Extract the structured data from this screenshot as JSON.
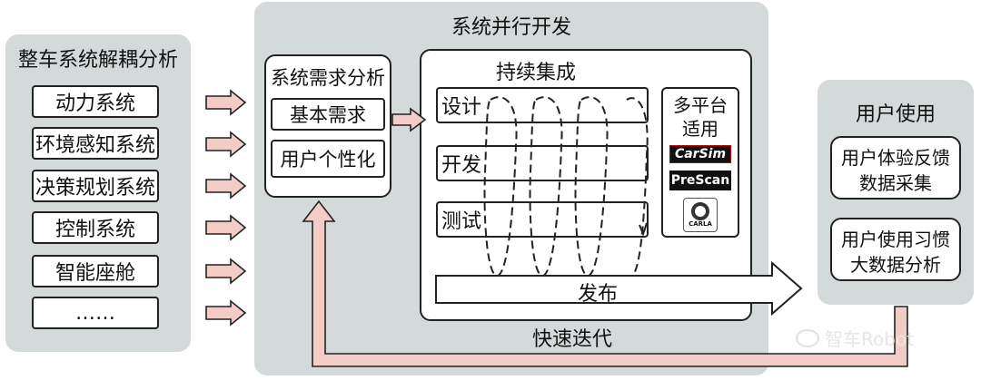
{
  "left_panel": {
    "title": "整车系统解耦分析",
    "items": [
      "动力系统",
      "环境感知系统",
      "决策规划系统",
      "控制系统",
      "智能座舱",
      "……"
    ]
  },
  "center_panel": {
    "title": "系统并行开发",
    "requirements": {
      "title": "系统需求分析",
      "items": [
        "基本需求",
        "用户个性化"
      ]
    },
    "ci": {
      "title": "持续集成",
      "phases": [
        "设计",
        "开发",
        "测试"
      ],
      "release": "发布",
      "platforms_title_line1": "多平台",
      "platforms_title_line2": "适用",
      "platforms": [
        "CarSim",
        "PreScan",
        "CARLA"
      ]
    },
    "iterate": "快速迭代"
  },
  "right_panel": {
    "title": "用户使用",
    "feedback_line1": "用户体验反馈",
    "feedback_line2": "数据采集",
    "habits_line1": "用户使用习惯",
    "habits_line2": "大数据分析"
  },
  "watermark": "智车Robot",
  "colors": {
    "panel": "#d4d9da",
    "arrow_fill": "#f3ccc8",
    "arrow_stroke": "#222222"
  }
}
